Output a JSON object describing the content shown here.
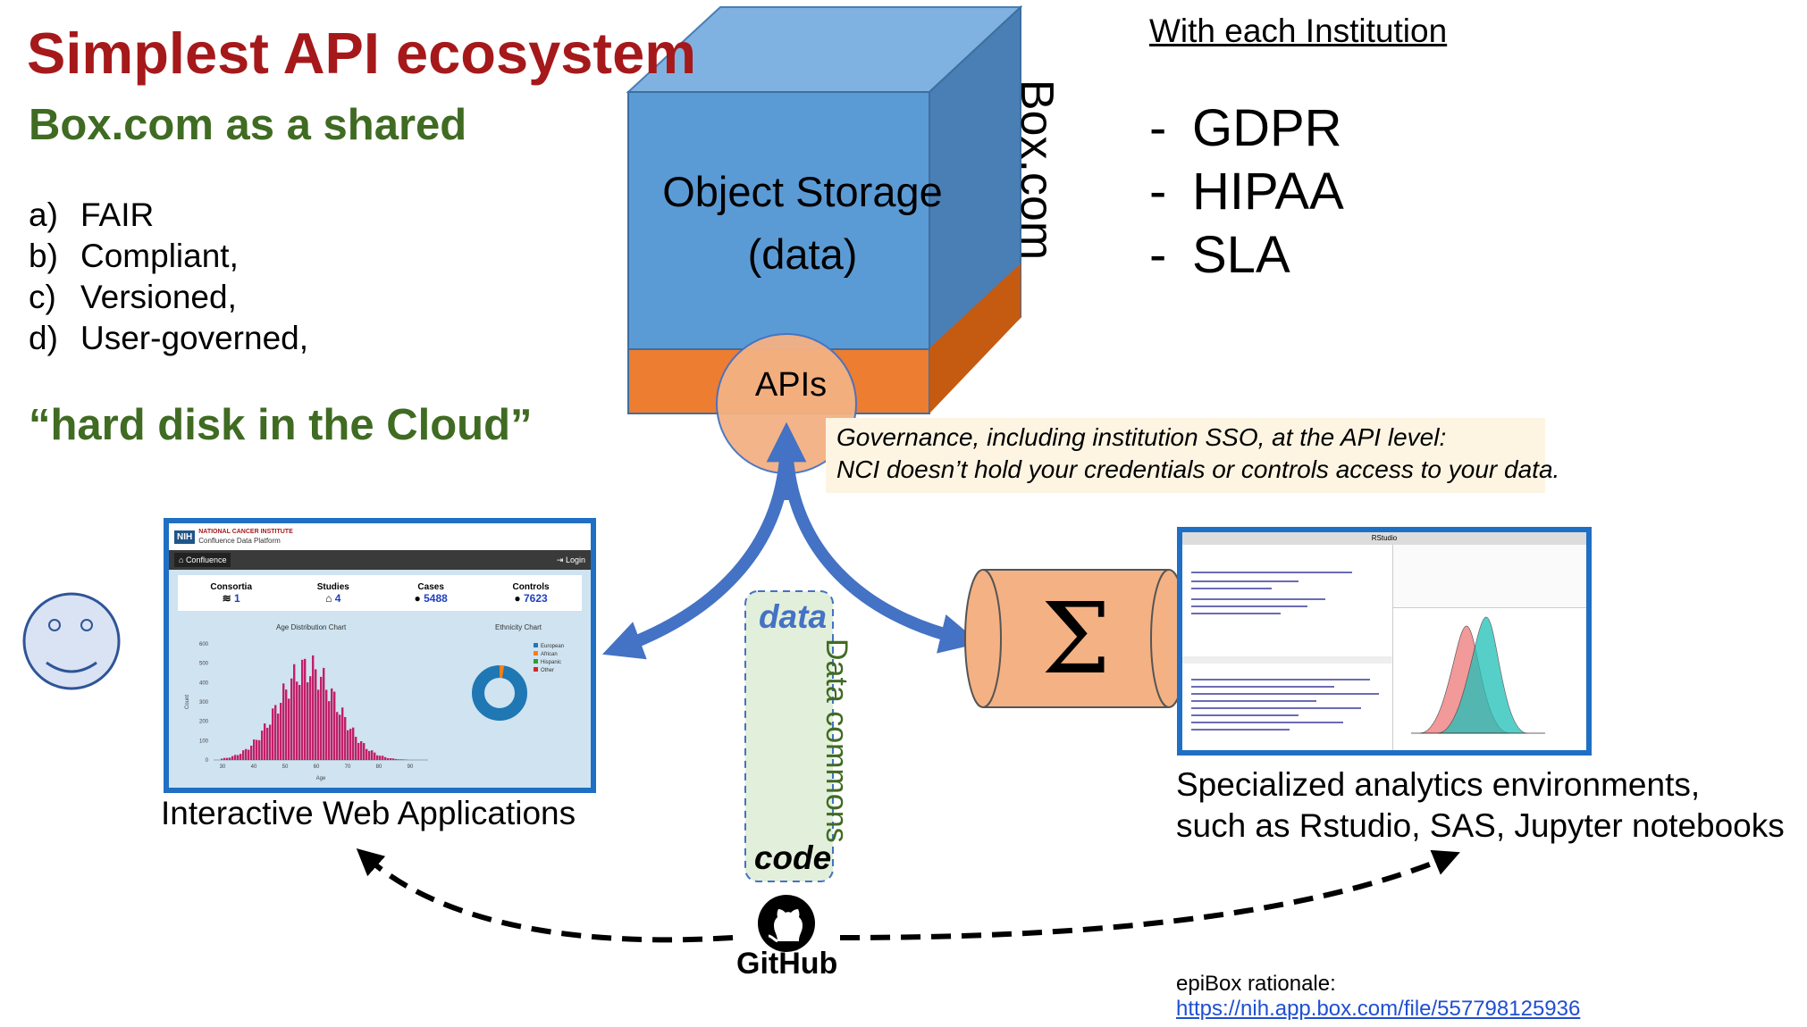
{
  "title": "Simplest API ecosystem",
  "subtitle": "Box.com as a shared",
  "properties": [
    {
      "key": "a)",
      "text": "FAIR"
    },
    {
      "key": "b)",
      "text": "Compliant,"
    },
    {
      "key": "c)",
      "text": "Versioned,"
    },
    {
      "key": "d)",
      "text": "User-governed,"
    }
  ],
  "tagline": "“hard disk in the Cloud”",
  "institution": {
    "title": "With each Institution",
    "items": [
      "GDPR",
      "HIPAA",
      "SLA"
    ]
  },
  "storage": {
    "line1": "Object Storage",
    "line2": "(data)",
    "side_label": "Box.com",
    "apis": "APIs"
  },
  "governance": {
    "line1": "Governance, including institution SSO, at the API level:",
    "line2": "NCI doesn’t hold your credentials or controls access to your data."
  },
  "web_app": {
    "label": "Interactive Web Applications",
    "header_brand": "NATIONAL CANCER INSTITUTE",
    "header_sub": "Confluence Data Platform",
    "nav_home": "Confluence",
    "nav_login": "Login",
    "stats": [
      {
        "label": "Consortia",
        "value": "1",
        "icon": "layers-icon"
      },
      {
        "label": "Studies",
        "value": "4",
        "icon": "institution-icon"
      },
      {
        "label": "Cases",
        "value": "5488",
        "icon": "person-icon"
      },
      {
        "label": "Controls",
        "value": "7623",
        "icon": "person-icon"
      }
    ],
    "hist_title": "Age Distribution Chart",
    "hist_xlabel": "Age",
    "hist_ylabel": "Count",
    "hist_yticks": [
      "600",
      "500",
      "400",
      "300",
      "200",
      "100",
      "0"
    ],
    "hist_xticks": [
      "30",
      "40",
      "50",
      "60",
      "70",
      "80",
      "90"
    ],
    "donut_title": "Ethnicity Chart",
    "donut_legend": [
      "European",
      "African",
      "Hispanic",
      "Other"
    ],
    "donut_colors": [
      "#1f77b4",
      "#ff7f0e",
      "#2ca02c",
      "#d62728"
    ]
  },
  "data_commons": {
    "data": "data",
    "code": "code",
    "label": "Data commons"
  },
  "analytics": {
    "label_line1": "Specialized analytics environments,",
    "label_line2": "such as Rstudio, SAS, Jupyter notebooks",
    "sigma": "Σ",
    "window_title": "RStudio"
  },
  "github": {
    "label": "GitHub"
  },
  "epibox": {
    "label": "epiBox rationale:",
    "link": "https://nih.app.box.com/file/557798125936"
  },
  "colors": {
    "title": "#a5191b",
    "green": "#3f6b22",
    "cube_front": "#5b9bd5",
    "cube_top": "#7fb2e0",
    "cube_side": "#4a7fb5",
    "orange": "#ed7d31",
    "arrow_blue": "#4472c4",
    "cylinder": "#f4b183"
  }
}
